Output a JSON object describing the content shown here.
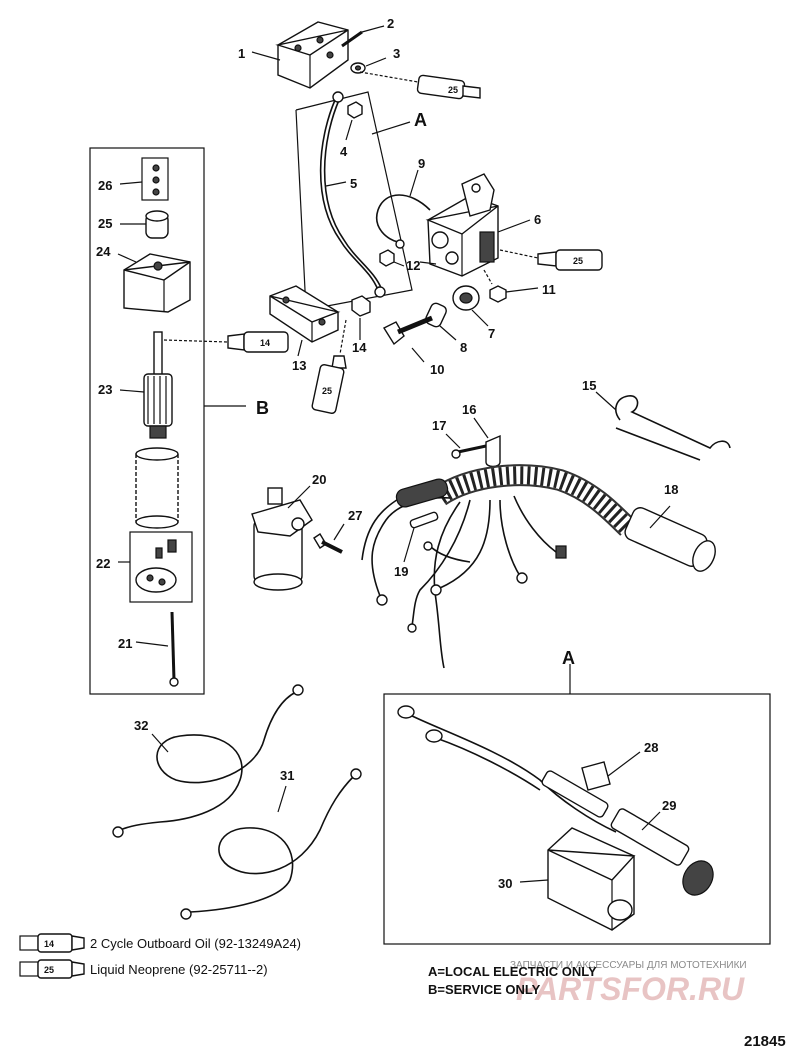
{
  "callouts": [
    {
      "id": "1",
      "text": "1"
    },
    {
      "id": "2",
      "text": "2"
    },
    {
      "id": "3",
      "text": "3"
    },
    {
      "id": "4",
      "text": "4"
    },
    {
      "id": "5",
      "text": "5"
    },
    {
      "id": "6",
      "text": "6"
    },
    {
      "id": "7",
      "text": "7"
    },
    {
      "id": "8",
      "text": "8"
    },
    {
      "id": "9",
      "text": "9"
    },
    {
      "id": "10",
      "text": "10"
    },
    {
      "id": "11",
      "text": "11"
    },
    {
      "id": "12",
      "text": "12"
    },
    {
      "id": "13",
      "text": "13"
    },
    {
      "id": "14",
      "text": "14"
    },
    {
      "id": "15",
      "text": "15"
    },
    {
      "id": "16",
      "text": "16"
    },
    {
      "id": "17",
      "text": "17"
    },
    {
      "id": "18",
      "text": "18"
    },
    {
      "id": "19",
      "text": "19"
    },
    {
      "id": "20",
      "text": "20"
    },
    {
      "id": "21",
      "text": "21"
    },
    {
      "id": "22",
      "text": "22"
    },
    {
      "id": "23",
      "text": "23"
    },
    {
      "id": "24",
      "text": "24"
    },
    {
      "id": "25",
      "text": "25"
    },
    {
      "id": "26",
      "text": "26"
    },
    {
      "id": "27",
      "text": "27"
    },
    {
      "id": "28",
      "text": "28"
    },
    {
      "id": "29",
      "text": "29"
    },
    {
      "id": "30",
      "text": "30"
    },
    {
      "id": "31",
      "text": "31"
    },
    {
      "id": "32",
      "text": "32"
    }
  ],
  "group_labels": {
    "a_top": "A",
    "a_bottom": "A",
    "b": "B"
  },
  "tubes": {
    "t25_a": "25",
    "t25_b": "25",
    "t25_c": "25",
    "t14": "14"
  },
  "legend": [
    {
      "code": "14",
      "text": "2 Cycle Outboard Oil (92-13249A24)"
    },
    {
      "code": "25",
      "text": "Liquid Neoprene (92-25711--2)"
    }
  ],
  "notes": [
    "A=LOCAL ELECTRIC ONLY",
    "B=SERVICE ONLY"
  ],
  "watermark": {
    "small": "ЗАПЧАСТИ И АКСЕССУАРЫ ДЛЯ МОТОТЕХНИКИ",
    "big": "PARTSFOR.RU"
  },
  "figure_number": "21845"
}
